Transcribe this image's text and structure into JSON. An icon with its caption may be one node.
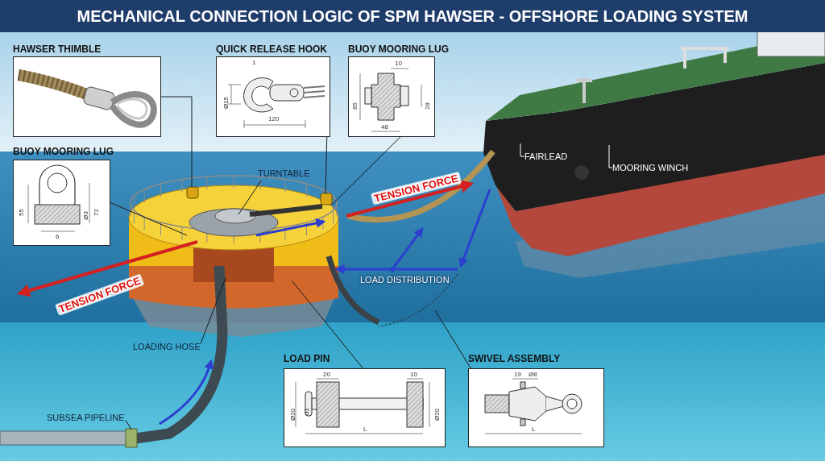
{
  "diagram": {
    "title": "MECHANICAL CONNECTION LOGIC OF SPM HAWSER - OFFSHORE LOADING SYSTEM",
    "nodes": [
      {
        "text": [
          "HAWSER THIMBLE"
        ]
      },
      {
        "text": [
          "QUICK RELEASE HOOK"
        ]
      },
      {
        "text": [
          "BUOY MOORING LUG"
        ]
      },
      {
        "text": [
          "BUOY MOORING LUG"
        ]
      },
      {
        "text": [
          "LOAD PIN"
        ]
      },
      {
        "text": [
          "SWIVEL ASSEMBLY"
        ]
      },
      {
        "text": [
          "TURNTABLE"
        ]
      },
      {
        "text": [
          "FAIRLEAD"
        ]
      },
      {
        "text": [
          "MOORING WINCH"
        ]
      },
      {
        "text": [
          "LOADING HOSE"
        ]
      },
      {
        "text": [
          "SUBSEA PIPELINE"
        ]
      },
      {
        "text": [
          "LOAD DISTRIBUTION"
        ]
      },
      {
        "text": [],
        "shape": "picture"
      },
      {
        "text": [],
        "shape": "picture"
      }
    ],
    "edges": [
      {
        "from": 0,
        "to": 12,
        "arrow": "none"
      },
      {
        "from": 1,
        "to": 12,
        "arrow": "none"
      },
      {
        "from": 2,
        "to": 12,
        "arrow": "none"
      },
      {
        "from": 3,
        "to": 12,
        "arrow": "none"
      },
      {
        "from": 4,
        "to": 12,
        "arrow": "none"
      },
      {
        "from": 5,
        "to": null,
        "arrow": "none"
      },
      {
        "from": 6,
        "to": 12,
        "arrow": "none"
      },
      {
        "from": 7,
        "to": null,
        "arrow": "none",
        "color": "#ffffff"
      },
      {
        "from": 8,
        "to": null,
        "arrow": "none",
        "color": "#ffffff"
      },
      {
        "from": 9,
        "to": 12,
        "arrow": "none"
      },
      {
        "from": 10,
        "to": null,
        "arrow": "none"
      },
      {
        "from": 11,
        "to": 12,
        "arrow": "to",
        "style": "thick",
        "color": "#2b3fd0"
      },
      {
        "from": 11,
        "to": 13,
        "arrow": "to",
        "style": "thick",
        "color": "#2b3fd0"
      }
    ],
    "labels": [
      "1",
      "Ø15",
      "120",
      "10",
      "85",
      "28",
      "48",
      "55",
      "Ø3",
      "72",
      "6",
      "TENSION FORCE",
      "TENSION FORCE",
      "20",
      "10",
      "Ø20",
      "d1",
      "Ø20",
      "L",
      "19",
      "Ø8",
      "L"
    ]
  }
}
